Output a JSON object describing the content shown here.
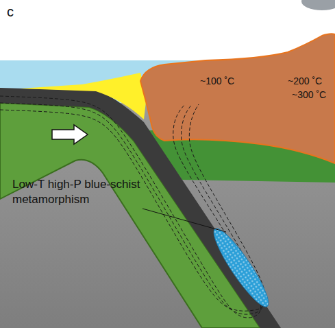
{
  "diagram": {
    "labels": [
      "c",
      "~100 ˚C",
      "~200 ˚C",
      "~300 ˚C",
      "Low-T high-P blue-schist metamorphism"
    ]
  }
}
